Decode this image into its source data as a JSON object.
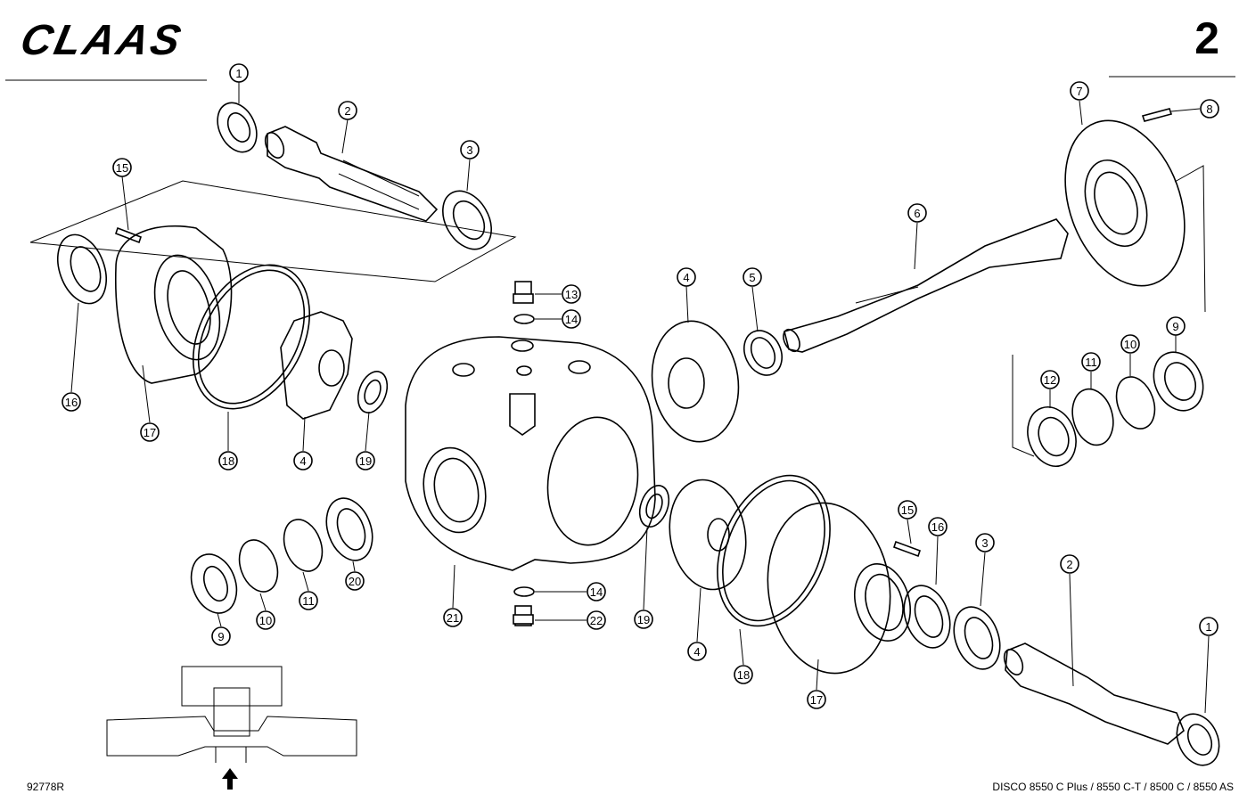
{
  "header": {
    "brand": "CLAAS",
    "page_number": "2"
  },
  "footer": {
    "drawing_number": "92778R",
    "models": "DISCO 8550 C Plus / 8550 C-T / 8500 C / 8550 AS"
  },
  "callouts": [
    {
      "id": "c1a",
      "label": "1"
    },
    {
      "id": "c2a",
      "label": "2"
    },
    {
      "id": "c3a",
      "label": "3"
    },
    {
      "id": "c15a",
      "label": "15"
    },
    {
      "id": "c16a",
      "label": "16"
    },
    {
      "id": "c17a",
      "label": "17"
    },
    {
      "id": "c18a",
      "label": "18"
    },
    {
      "id": "c4a",
      "label": "4"
    },
    {
      "id": "c19a",
      "label": "19"
    },
    {
      "id": "c13",
      "label": "13"
    },
    {
      "id": "c14a",
      "label": "14"
    },
    {
      "id": "c4b",
      "label": "4"
    },
    {
      "id": "c5",
      "label": "5"
    },
    {
      "id": "c6",
      "label": "6"
    },
    {
      "id": "c7",
      "label": "7"
    },
    {
      "id": "c8",
      "label": "8"
    },
    {
      "id": "c9a",
      "label": "9"
    },
    {
      "id": "c10a",
      "label": "10"
    },
    {
      "id": "c11a",
      "label": "11"
    },
    {
      "id": "c12",
      "label": "12"
    },
    {
      "id": "c20",
      "label": "20"
    },
    {
      "id": "c11b",
      "label": "11"
    },
    {
      "id": "c10b",
      "label": "10"
    },
    {
      "id": "c9b",
      "label": "9"
    },
    {
      "id": "c21",
      "label": "21"
    },
    {
      "id": "c14b",
      "label": "14"
    },
    {
      "id": "c22",
      "label": "22"
    },
    {
      "id": "c19b",
      "label": "19"
    },
    {
      "id": "c4c",
      "label": "4"
    },
    {
      "id": "c18b",
      "label": "18"
    },
    {
      "id": "c17b",
      "label": "17"
    },
    {
      "id": "c15b",
      "label": "15"
    },
    {
      "id": "c16b",
      "label": "16"
    },
    {
      "id": "c3b",
      "label": "3"
    },
    {
      "id": "c2b",
      "label": "2"
    },
    {
      "id": "c1b",
      "label": "1"
    }
  ]
}
